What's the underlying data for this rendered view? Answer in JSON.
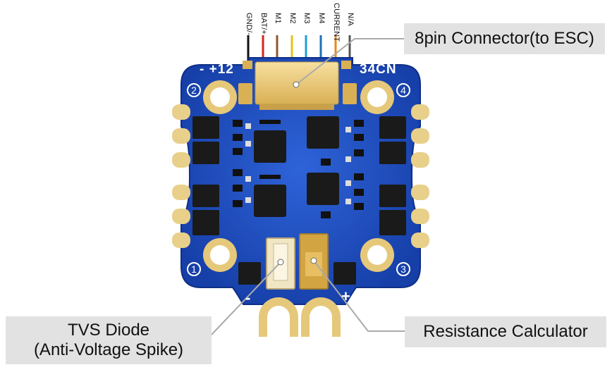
{
  "wires": [
    {
      "label": "GND/-",
      "color": "#111111"
    },
    {
      "label": "BAT/+",
      "color": "#d8231f"
    },
    {
      "label": "M1",
      "color": "#8a5a2b"
    },
    {
      "label": "M2",
      "color": "#e7c21a"
    },
    {
      "label": "M3",
      "color": "#1e9fd6"
    },
    {
      "label": "M4",
      "color": "#1e6fb8"
    },
    {
      "label": "CURRENT",
      "color": "#e58b18"
    },
    {
      "label": "N/A",
      "color": "#555555"
    }
  ],
  "board": {
    "silk_left": "- +12",
    "silk_right": "34CN",
    "pad_numbers": [
      "1",
      "2",
      "3",
      "4"
    ],
    "minus": "-",
    "plus": "+",
    "board_color": "#1b4fc4"
  },
  "callouts": {
    "connector": "8pin Connector(to ESC)",
    "tvs_line1": "TVS Diode",
    "tvs_line2": "(Anti-Voltage Spike)",
    "resistance": "Resistance Calculator"
  }
}
